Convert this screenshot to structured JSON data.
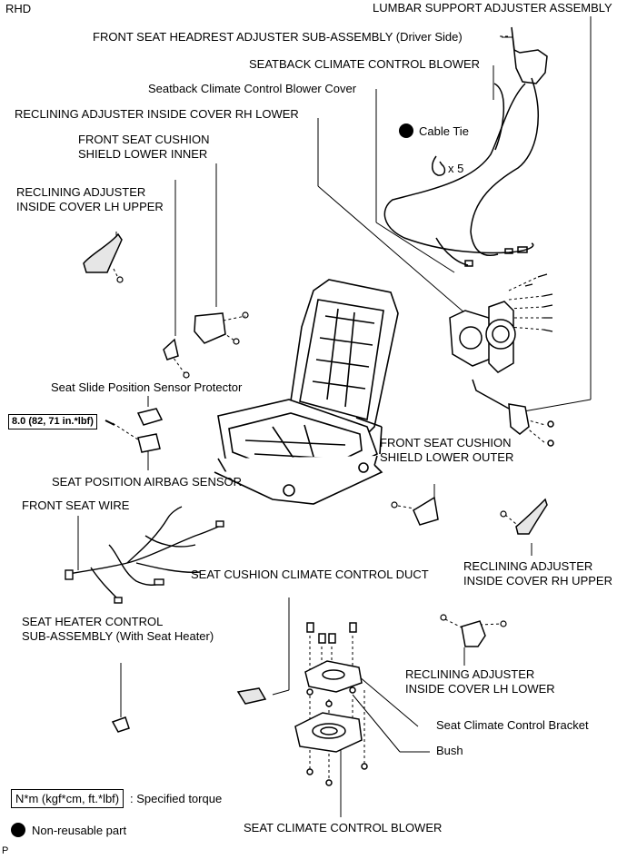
{
  "header": {
    "rhd": "RHD",
    "footer_code": "P"
  },
  "labels": {
    "lumbar": "LUMBAR SUPPORT ADJUSTER ASSEMBLY",
    "headrest": "FRONT SEAT HEADREST ADJUSTER SUB-ASSEMBLY (Driver Side)",
    "seatback_blower": "SEATBACK CLIMATE CONTROL BLOWER",
    "seatback_blower_cover": "Seatback Climate Control Blower Cover",
    "rec_rh_lower": "RECLINING ADJUSTER INSIDE COVER RH LOWER",
    "cushion_shield_inner": "FRONT SEAT CUSHION\nSHIELD LOWER INNER",
    "rec_lh_upper": "RECLINING ADJUSTER\nINSIDE COVER LH UPPER",
    "slide_sensor_protector": "Seat Slide Position Sensor Protector",
    "position_airbag_sensor": "SEAT POSITION AIRBAG SENSOR",
    "cushion_shield_outer": "FRONT SEAT CUSHION\nSHIELD LOWER OUTER",
    "front_seat_wire": "FRONT SEAT WIRE",
    "cushion_duct": "SEAT CUSHION CLIMATE CONTROL DUCT",
    "rec_rh_upper": "RECLINING ADJUSTER\nINSIDE COVER RH UPPER",
    "heater_control": "SEAT HEATER CONTROL\nSUB-ASSEMBLY (With Seat Heater)",
    "rec_lh_lower": "RECLINING ADJUSTER\nINSIDE COVER LH LOWER",
    "climate_bracket": "Seat Climate Control Bracket",
    "bush": "Bush",
    "cushion_blower": "SEAT CLIMATE CONTROL BLOWER"
  },
  "cable_tie": {
    "label": "Cable Tie",
    "qty": "x 5"
  },
  "torque": {
    "value": "8.0 (82, 71 in.*lbf)"
  },
  "legend": {
    "torque_unit": "N*m (kgf*cm, ft.*lbf)",
    "torque_desc": ": Specified torque",
    "nonreusable": "Non-reusable part"
  },
  "colors": {
    "ink": "#000000",
    "background": "#ffffff",
    "part_fill": "#e6e6e6"
  }
}
